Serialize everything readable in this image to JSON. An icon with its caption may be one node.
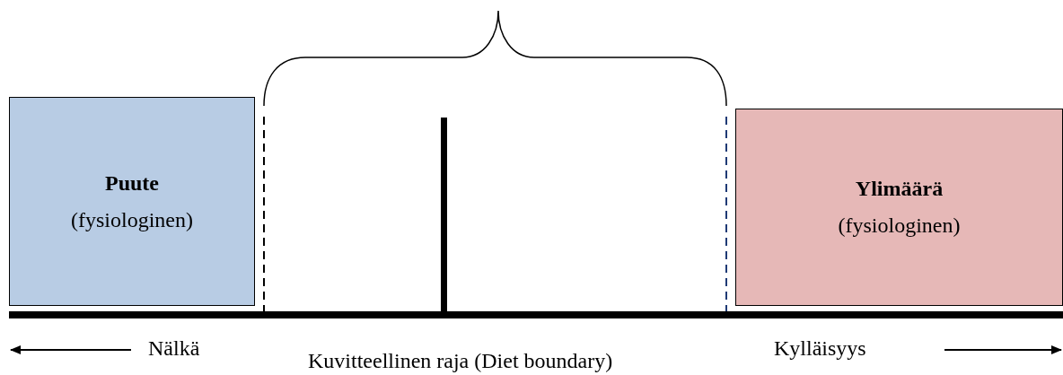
{
  "diagram": {
    "nodes": [
      {
        "text": [
          "Puute",
          "(fysiologinen)"
        ]
      },
      {
        "text": [
          "Ylimäärä",
          "(fysiologinen)"
        ]
      }
    ],
    "labels": [
      "Nälkä",
      "Kuvitteellinen raja (Diet boundary)",
      "Kylläisyys"
    ]
  }
}
